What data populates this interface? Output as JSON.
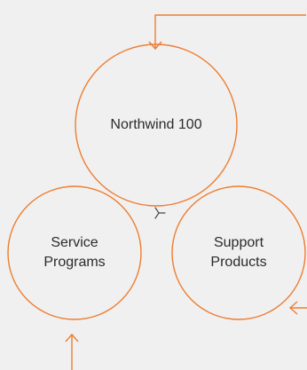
{
  "circles": {
    "top": {
      "label": "Northwind 100"
    },
    "left": {
      "line1": "Service",
      "line2": "Programs"
    },
    "right": {
      "line1": "Support",
      "line2": "Products"
    }
  },
  "colors": {
    "background": "#f0f0f0",
    "stroke": "#ee7d31",
    "text": "#2b2b2b"
  },
  "icons": {
    "center": "tri-spoke-icon"
  }
}
